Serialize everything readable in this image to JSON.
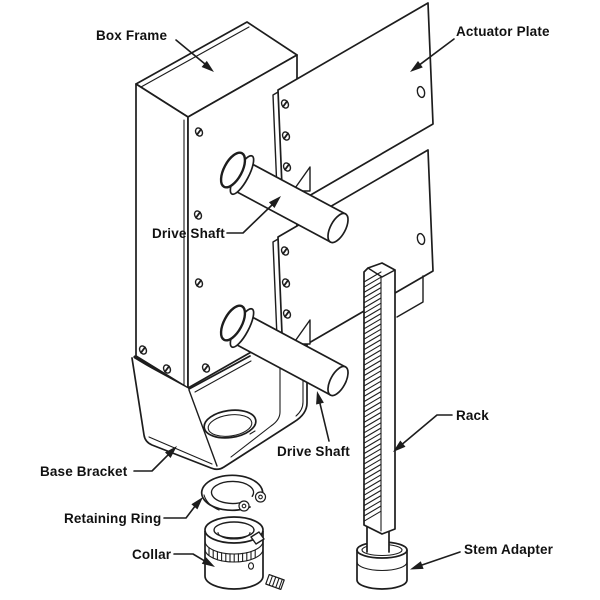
{
  "diagram": {
    "type": "exploded-parts-diagram",
    "background_color": "#ffffff",
    "line_color": "#1d1d1d",
    "label_color": "#111111",
    "labels": {
      "box_frame": "Box Frame",
      "actuator_plate": "Actuator Plate",
      "drive_shaft_upper": "Drive Shaft",
      "drive_shaft_lower": "Drive Shaft",
      "base_bracket": "Base Bracket",
      "retaining_ring": "Retaining Ring",
      "collar": "Collar",
      "rack": "Rack",
      "stem_adapter": "Stem Adapter"
    }
  }
}
